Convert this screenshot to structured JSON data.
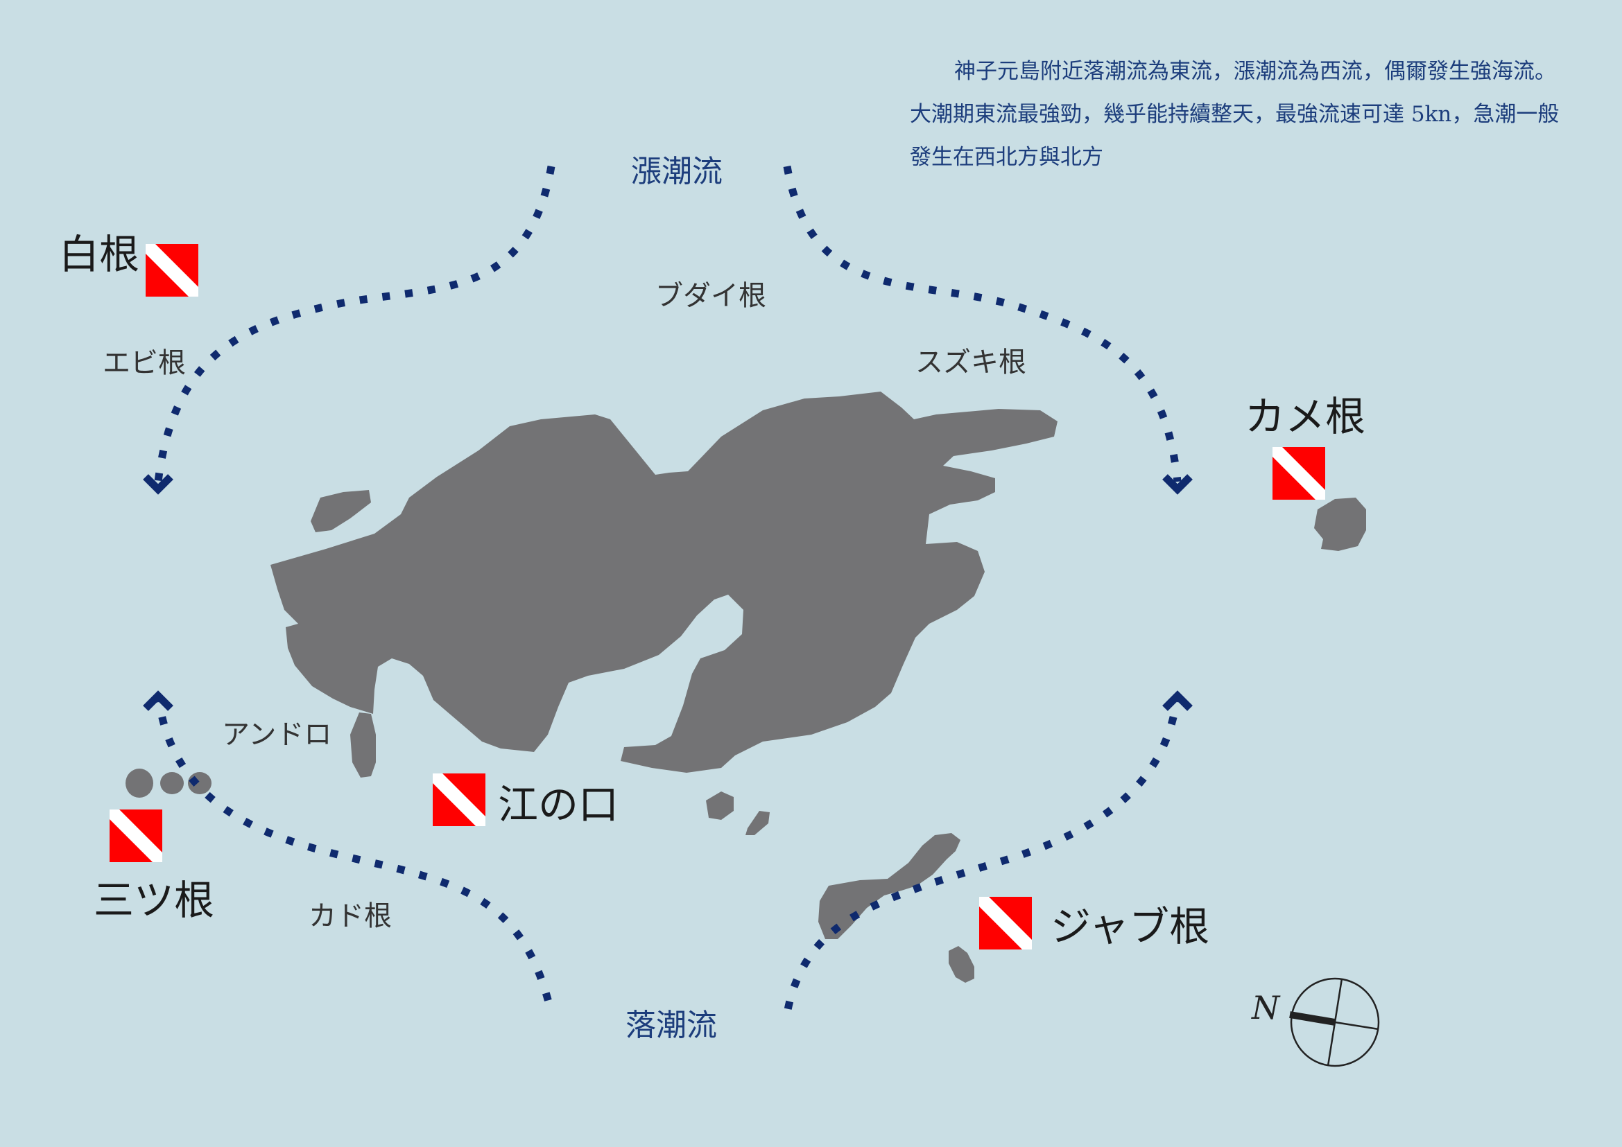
{
  "title_note": "神子元島附近落潮流為東流，漲潮流為西流，偶爾發生強海流。大潮期東流最強勁，幾乎能持續整天，最強流速可達 5kn，急潮一般發生在西北方與北方",
  "currents": {
    "flood": "漲潮流",
    "ebb": "落潮流"
  },
  "dive_sites": [
    {
      "id": "shirane",
      "label": "白根"
    },
    {
      "id": "kamene",
      "label": "カメ根"
    },
    {
      "id": "enokuchi",
      "label": "江の口"
    },
    {
      "id": "mitsune",
      "label": "三ツ根"
    },
    {
      "id": "jabune",
      "label": "ジャブ根"
    }
  ],
  "reefs": [
    {
      "id": "ebine",
      "label": "エビ根"
    },
    {
      "id": "budaine",
      "label": "ブダイ根"
    },
    {
      "id": "suzukine",
      "label": "スズキ根"
    },
    {
      "id": "andoro",
      "label": "アンドロ"
    },
    {
      "id": "kadone",
      "label": "カド根"
    }
  ],
  "compass": {
    "label": "N"
  },
  "colors": {
    "sea": "#c9dee4",
    "land": "#737375",
    "current_dots": "#0f2a6e",
    "dive_flag_red": "#ff0000",
    "dive_flag_stripe": "#ffffff"
  }
}
